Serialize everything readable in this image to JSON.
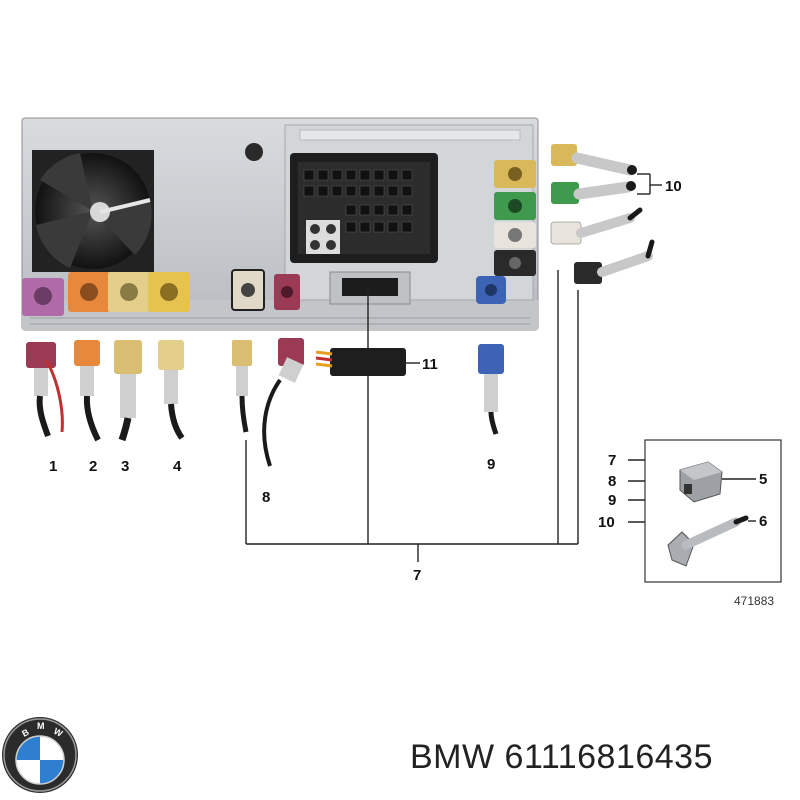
{
  "diagram": {
    "callouts": [
      "1",
      "2",
      "3",
      "4",
      "5",
      "6",
      "7",
      "8",
      "9",
      "10",
      "11"
    ],
    "inset_labels": [
      "7",
      "8",
      "9",
      "10"
    ],
    "reference_number": "471883"
  },
  "brand": {
    "logo_letters": "BMW"
  },
  "footer": {
    "brand": "BMW",
    "part_number": "61116816435"
  },
  "colors": {
    "connector_violet": "#b06aa8",
    "connector_orange": "#e8883a",
    "connector_beige": "#e3cf8a",
    "connector_yellow": "#e6c24e",
    "connector_green": "#3f9a4e",
    "connector_blue": "#3c63b5",
    "connector_wine": "#9b3a55",
    "housing_gray": "#c9cccf"
  }
}
